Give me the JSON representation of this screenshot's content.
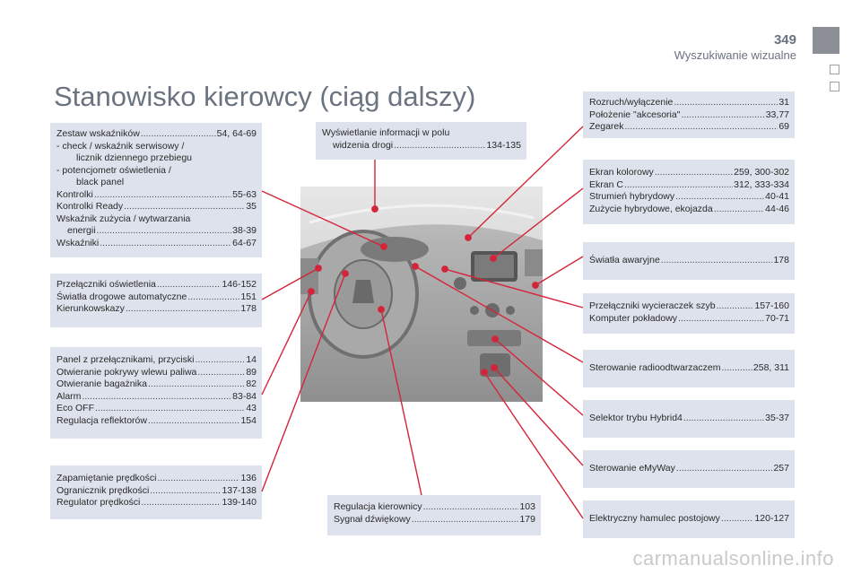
{
  "header": {
    "page_number": "349",
    "section": "Wyszukiwanie wizualne"
  },
  "title": "Stanowisko kierowcy (ciąg dalszy)",
  "boxes": {
    "instruments": {
      "rows": [
        {
          "label": "Zestaw wskaźników",
          "page": "54, 64-69"
        },
        {
          "label": "-   check / wskaźnik serwisowy /"
        },
        {
          "label": "licznik dziennego przebiegu"
        },
        {
          "label": "-   potencjometr oświetlenia /"
        },
        {
          "label": "black panel"
        },
        {
          "label": "Kontrolki",
          "page": "55-63"
        },
        {
          "label": "Kontrolki Ready",
          "page": "35"
        },
        {
          "label": "Wskaźnik zużycia / wytwarzania"
        },
        {
          "label": "energii",
          "page": "38-39"
        },
        {
          "label": "Wskaźniki",
          "page": "64-67"
        }
      ]
    },
    "lighting": {
      "rows": [
        {
          "label": "Przełączniki oświetlenia",
          "page": "146-152"
        },
        {
          "label": "Światła drogowe automatyczne",
          "page": "151"
        },
        {
          "label": "Kierunkowskazy",
          "page": "178"
        }
      ]
    },
    "panel": {
      "rows": [
        {
          "label": "Panel z przełącznikami, przyciski",
          "page": "14"
        },
        {
          "label": "Otwieranie pokrywy wlewu paliwa",
          "page": "89"
        },
        {
          "label": "Otwieranie bagażnika",
          "page": "82"
        },
        {
          "label": "Alarm",
          "page": "83-84"
        },
        {
          "label": "Eco OFF",
          "page": "43"
        },
        {
          "label": "Regulacja reflektorów",
          "page": "154"
        }
      ]
    },
    "speed": {
      "rows": [
        {
          "label": "Zapamiętanie prędkości",
          "page": "136"
        },
        {
          "label": "Ogranicznik prędkości",
          "page": "137-138"
        },
        {
          "label": "Regulator prędkości",
          "page": "139-140"
        }
      ]
    },
    "hud": {
      "rows": [
        {
          "label": "Wyświetlanie informacji w polu"
        },
        {
          "label": "widzenia drogi",
          "page": "134-135"
        }
      ]
    },
    "steering": {
      "rows": [
        {
          "label": "Regulacja kierownicy",
          "page": "103"
        },
        {
          "label": "Sygnał dźwiękowy",
          "page": "179"
        }
      ]
    },
    "start": {
      "rows": [
        {
          "label": "Rozruch/wyłączenie",
          "page": "31"
        },
        {
          "label": "Położenie \"akcesoria\"",
          "page": "33,77"
        },
        {
          "label": "Zegarek",
          "page": "69"
        }
      ]
    },
    "screen": {
      "rows": [
        {
          "label": "Ekran kolorowy",
          "page": "259, 300-302"
        },
        {
          "label": "Ekran C",
          "page": "312, 333-334"
        },
        {
          "label": "Strumień hybrydowy",
          "page": "40-41"
        },
        {
          "label": "Zużycie hybrydowe, ekojazda",
          "page": "44-46"
        }
      ]
    },
    "hazard": {
      "rows": [
        {
          "label": "Światła awaryjne",
          "page": "178"
        }
      ]
    },
    "wipers": {
      "rows": [
        {
          "label": "Przełączniki wycieraczek szyb",
          "page": "157-160"
        },
        {
          "label": "Komputer pokładowy",
          "page": "70-71"
        }
      ]
    },
    "radio": {
      "rows": [
        {
          "label": "Sterowanie radioodtwarzaczem",
          "page": "258, 311"
        }
      ]
    },
    "selector": {
      "rows": [
        {
          "label": "Selektor trybu Hybrid4",
          "page": "35-37"
        }
      ]
    },
    "emyway": {
      "rows": [
        {
          "label": "Sterowanie eMyWay",
          "page": "257"
        }
      ]
    },
    "parking": {
      "rows": [
        {
          "label": "Elektryczny hamulec postojowy",
          "page": "120-127"
        }
      ]
    }
  },
  "watermark": "carmanualsonline.info",
  "colors": {
    "box_bg": "#dde2ec",
    "leader": "#d4243a",
    "title": "#6a7380"
  }
}
